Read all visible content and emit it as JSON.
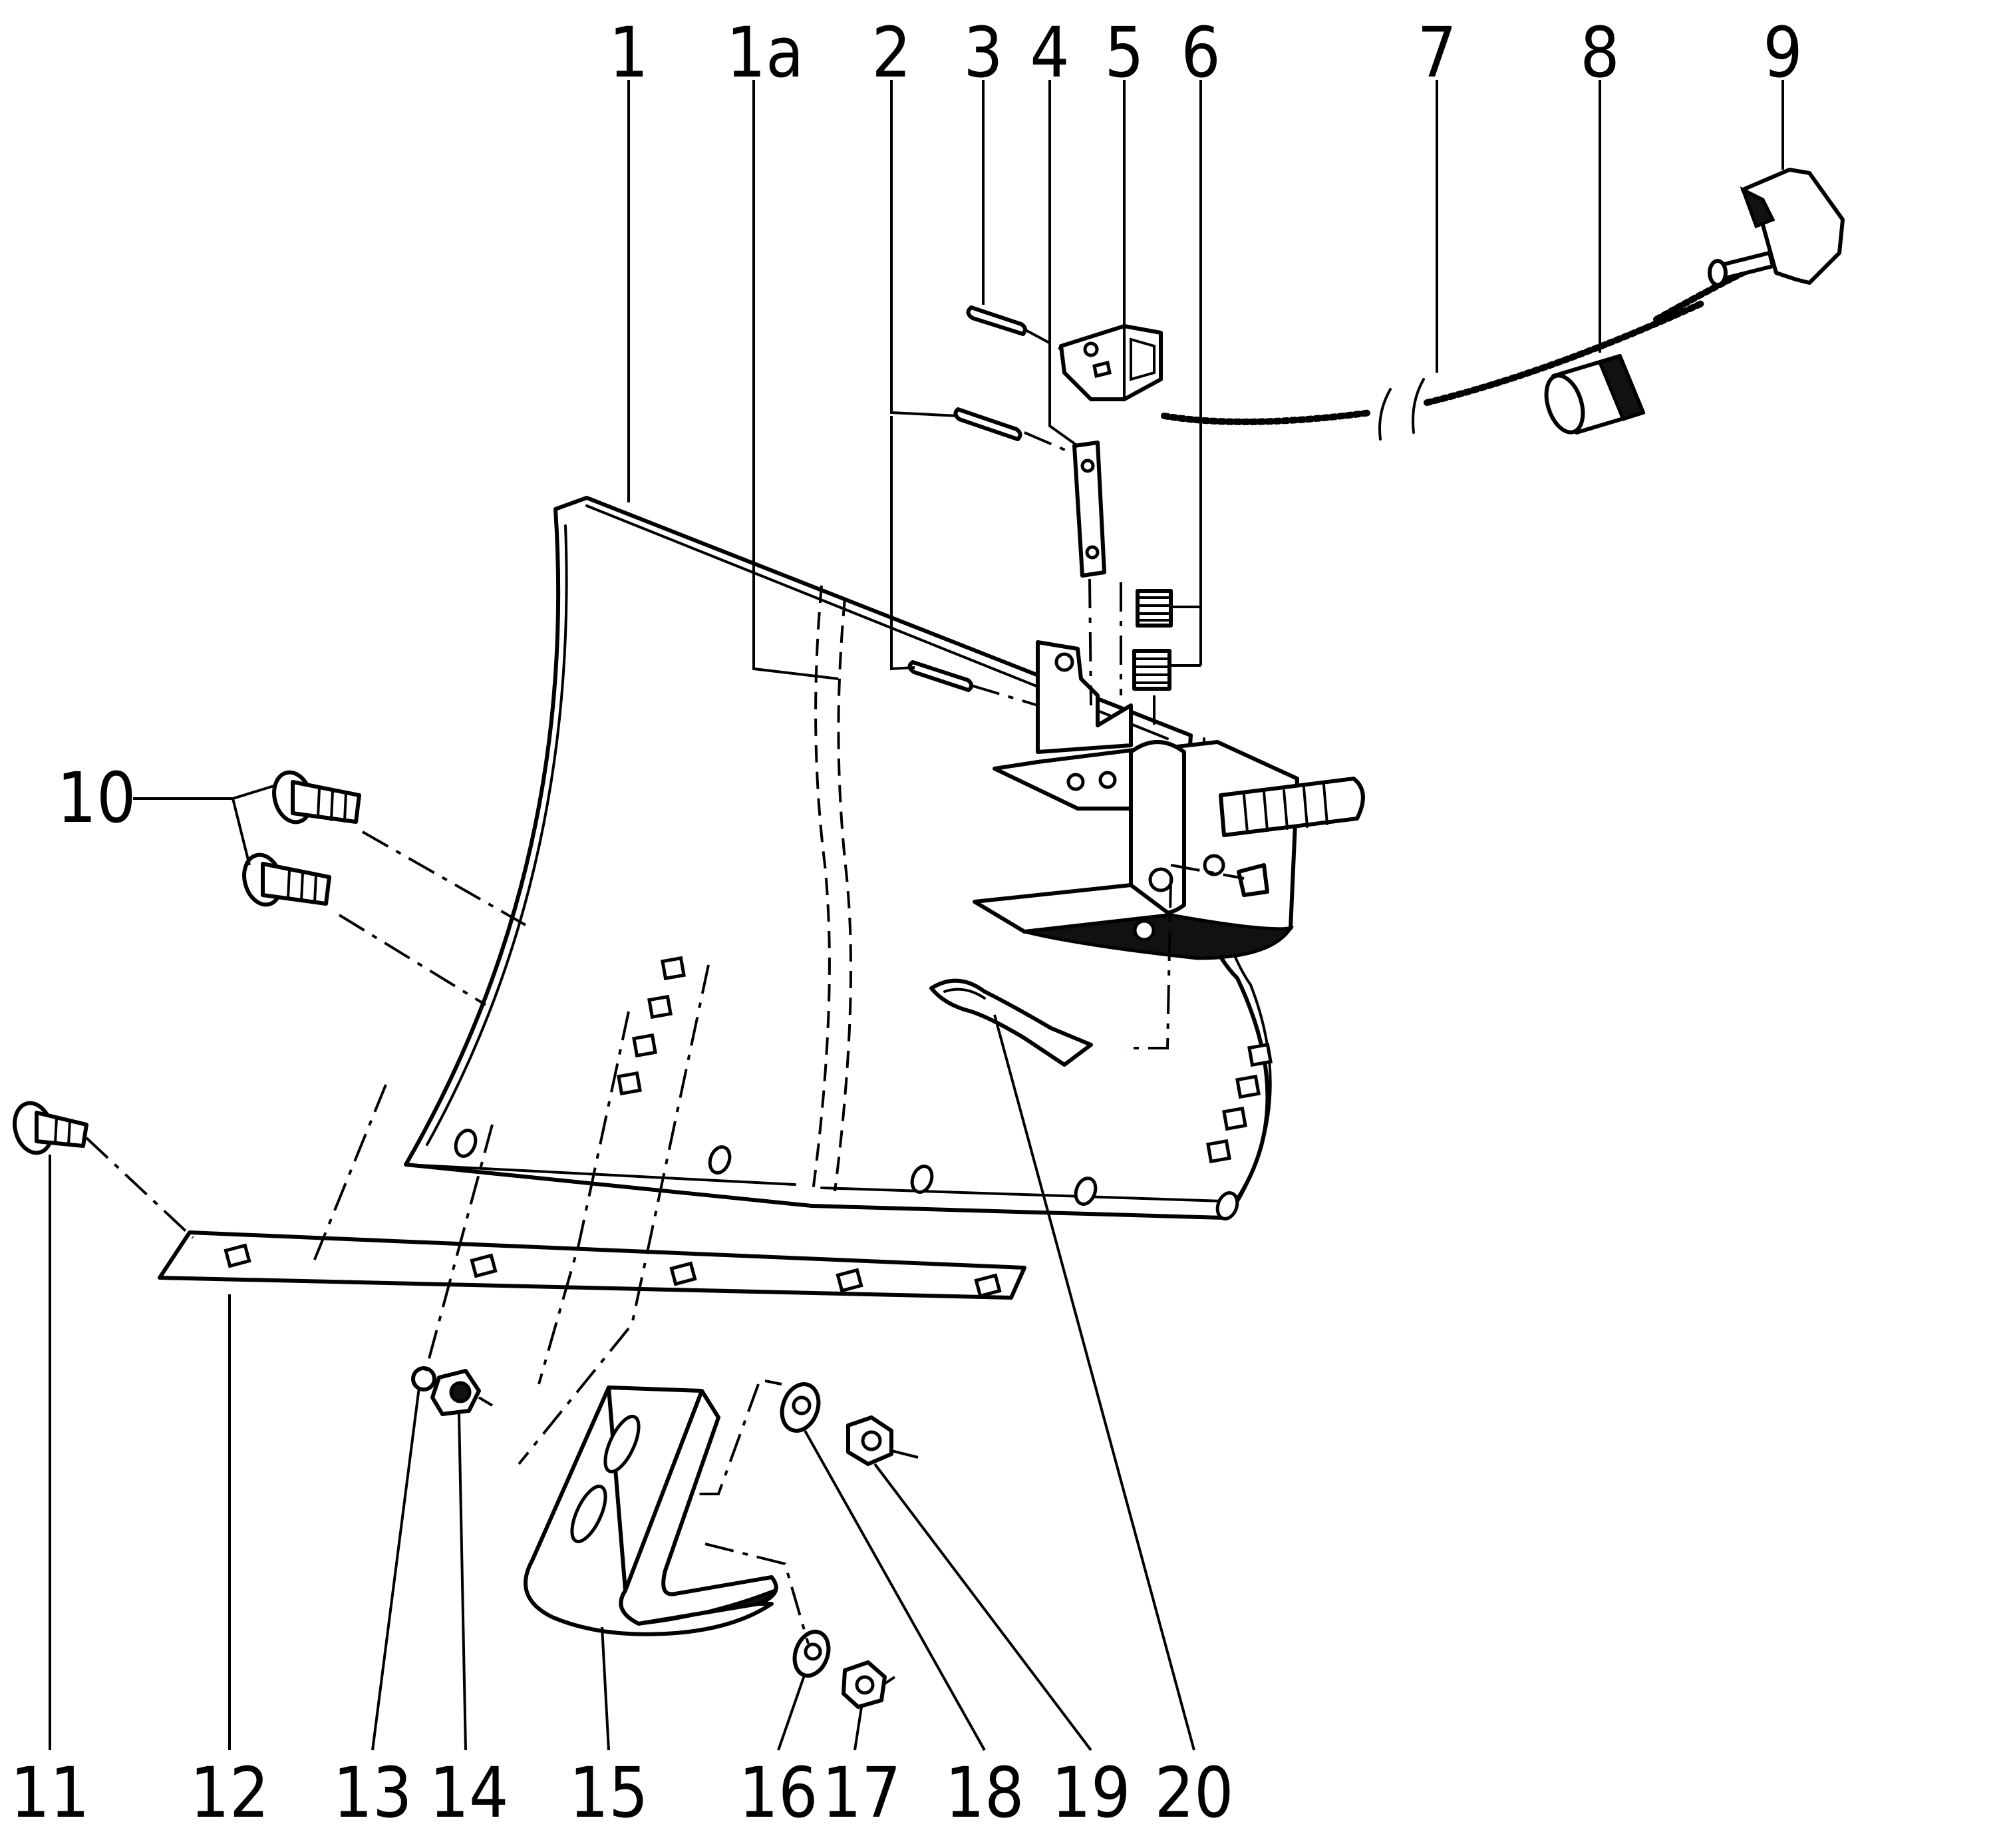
{
  "callouts": {
    "c1": "1",
    "c1a": "1a",
    "c2": "2",
    "c3": "3",
    "c4": "4",
    "c5": "5",
    "c6": "6",
    "c7": "7",
    "c8": "8",
    "c9": "9",
    "c10": "10",
    "c11": "11",
    "c12": "12",
    "c13": "13",
    "c14": "14",
    "c15": "15",
    "c16": "16",
    "c17": "17",
    "c18": "18",
    "c19": "19",
    "c20": "20"
  }
}
